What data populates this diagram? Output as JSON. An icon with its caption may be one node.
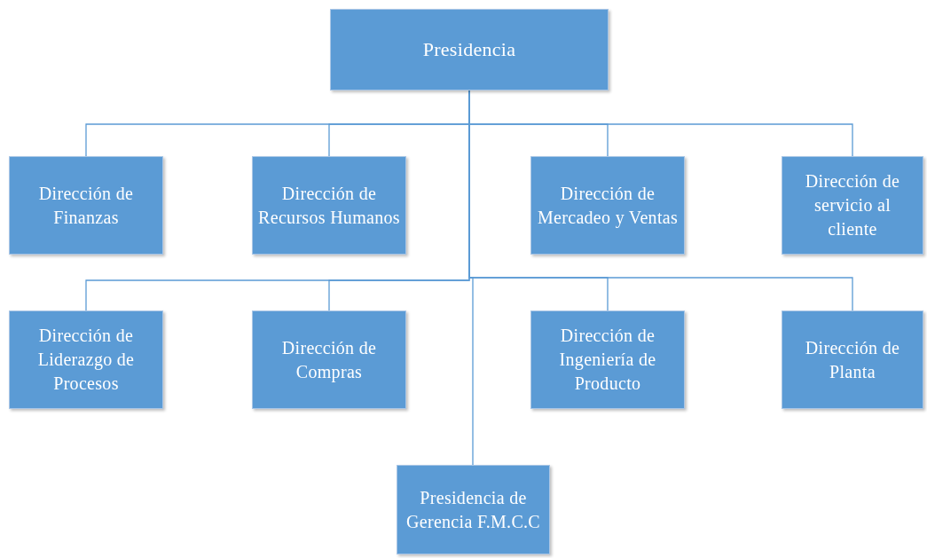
{
  "diagram": {
    "nodes": [
      {
        "text": [
          "Presidencia"
        ]
      },
      {
        "text": [
          "Dirección de Finanzas"
        ]
      },
      {
        "text": [
          "Dirección de Recursos Humanos"
        ]
      },
      {
        "text": [
          "Dirección de Mercadeo y Ventas"
        ]
      },
      {
        "text": [
          "Dirección de servicio al cliente"
        ]
      },
      {
        "text": [
          "Dirección de Liderazgo de Procesos"
        ]
      },
      {
        "text": [
          "Dirección de Compras"
        ]
      },
      {
        "text": [
          "Dirección de Ingeniería de Producto"
        ]
      },
      {
        "text": [
          "Dirección de Planta"
        ]
      },
      {
        "text": [
          "Presidencia de Gerencia F.M.C.C"
        ]
      }
    ],
    "edges": [
      {
        "from": 0,
        "to": 1,
        "arrow": "none"
      },
      {
        "from": 0,
        "to": 2,
        "arrow": "none"
      },
      {
        "from": 0,
        "to": 3,
        "arrow": "none"
      },
      {
        "from": 0,
        "to": 4,
        "arrow": "none"
      },
      {
        "from": 0,
        "to": 5,
        "arrow": "none"
      },
      {
        "from": 0,
        "to": 6,
        "arrow": "none"
      },
      {
        "from": 0,
        "to": 7,
        "arrow": "none"
      },
      {
        "from": 0,
        "to": 8,
        "arrow": "none"
      },
      {
        "from": 0,
        "to": 9,
        "arrow": "none"
      }
    ]
  }
}
